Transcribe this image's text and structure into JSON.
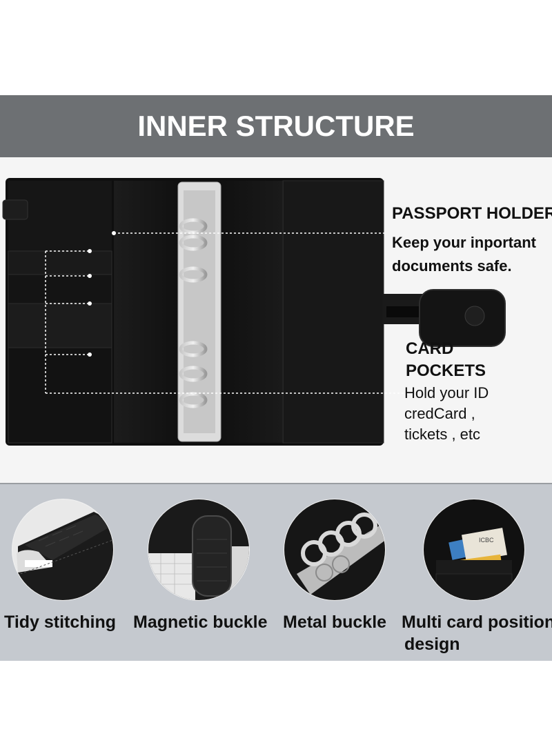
{
  "header": {
    "title": "INNER STRUCTURE"
  },
  "callouts": {
    "passport": {
      "title": "PASSPORT HOLDER",
      "desc_line1": "Keep your inportant",
      "desc_line2": "documents safe."
    },
    "cards": {
      "title_line1": "CARD",
      "title_line2": "POCKETS",
      "desc_line1": "Hold your ID",
      "desc_line2": "credCard ,",
      "desc_line3": "tickets , etc"
    }
  },
  "features": [
    {
      "label": "Tidy stitching",
      "icon": "stitching-closeup-image"
    },
    {
      "label": "Magnetic buckle",
      "icon": "magnetic-buckle-closeup-image"
    },
    {
      "label": "Metal buckle",
      "icon": "metal-rings-closeup-image"
    },
    {
      "label_line1": "Multi card position",
      "label_line2": "design",
      "icon": "card-slots-closeup-image"
    }
  ],
  "card_images": {
    "card_text": "ICBC"
  },
  "colors": {
    "banner": "#6d7073",
    "bottom_band": "#c5c9cf",
    "leather": "#111111",
    "card_blue": "#3d7fc2",
    "card_yellow": "#e7b43a"
  }
}
